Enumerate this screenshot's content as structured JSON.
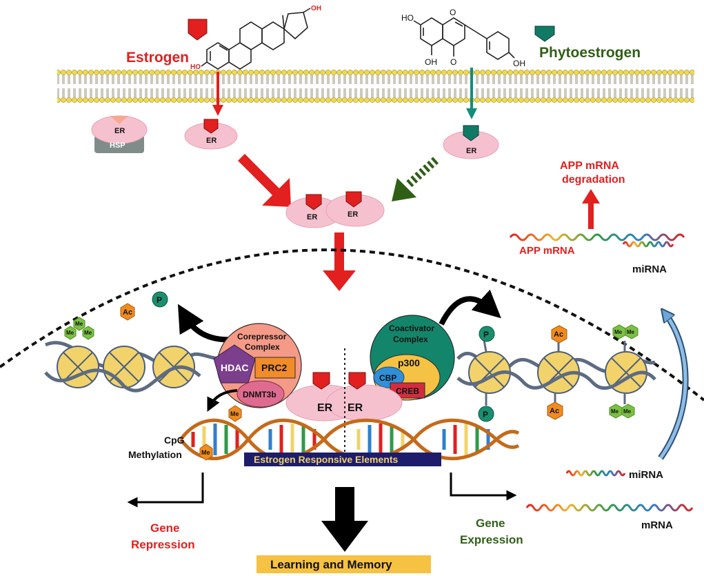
{
  "ligands": {
    "estrogen": "Estrogen",
    "phytoestrogen": "Phytoestrogen",
    "estrogen_oh_top": "OH",
    "estrogen_ho_left": "HO",
    "phyto_ho_left": "HO",
    "phyto_oh_bottom": "OH",
    "phyto_oh_right": "OH",
    "phyto_o_ring": "O",
    "phyto_o_ketone": "O"
  },
  "receptor": {
    "er": "ER",
    "hsp": "HSP"
  },
  "complexes": {
    "corepressor_line1": "Corepressor",
    "corepressor_line2": "Complex",
    "hdac": "HDAC",
    "prc2": "PRC2",
    "dnmt3b": "DNMT3b",
    "coactivator_line1": "Coactivator",
    "coactivator_line2": "Complex",
    "p300": "p300",
    "cbp": "CBP",
    "creb": "CREB"
  },
  "marks": {
    "me": "Me",
    "ac": "Ac",
    "p": "P"
  },
  "rna": {
    "app_mrna": "APP mRNA",
    "app_degradation_line1": "APP mRNA",
    "app_degradation_line2": "degradation",
    "mirna": "miRNA",
    "mrna": "mRNA"
  },
  "outcomes": {
    "cpg_line1": "CpG",
    "cpg_line2": "Methylation",
    "ere": "Estrogen Responsive Elements",
    "gene_repression_line1": "Gene",
    "gene_repression_line2": "Repression",
    "gene_expression_line1": "Gene",
    "gene_expression_line2": "Expression",
    "learning_memory": "Learning and Memory"
  },
  "colors": {
    "estrogen_red": "#e1201f",
    "phyto_green": "#117a65",
    "er_pink": "#f6c1cf",
    "membrane_yellow": "#e7d46a",
    "nucleosome_yellow": "#f2d36b",
    "corepressor_salmon": "#f59a86",
    "coactivator_teal": "#13856b",
    "hdac_purple": "#7b3f8e",
    "prc2_orange": "#f28c28",
    "cbp_blue": "#2f8fd8",
    "creb_red": "#d22d3f",
    "ere_navy": "#1d1d6b",
    "learning_yellow": "#f6c243",
    "me_green": "#7ac143",
    "ac_orange": "#f08c1e",
    "p_teal": "#1a8f6f"
  }
}
